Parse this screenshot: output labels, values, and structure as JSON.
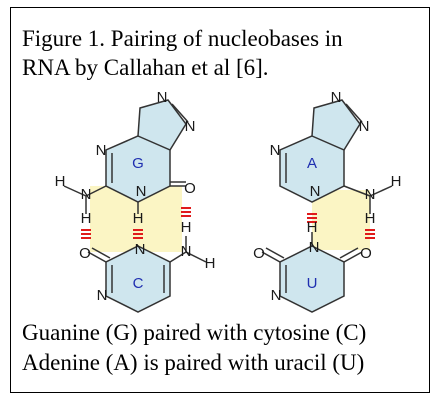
{
  "caption": {
    "line1": "Figure 1.  Pairing of nucleobases in",
    "line2": "RNA by Callahan et al [6].",
    "footer1": "Guanine (G) paired with cytosine (C)",
    "footer2": "Adenine (A) is paired with uracil (U)"
  },
  "atoms": {
    "n": "N",
    "h": "H",
    "o": "O"
  },
  "bases": {
    "g": "G",
    "c": "C",
    "a": "A",
    "u": "U"
  },
  "colors": {
    "ring_fill": "#cfe6ee",
    "pair_fill": "#fbf5c4",
    "hbond": "#e01b1b",
    "bond": "#333333",
    "label": "#1f2fb0"
  }
}
